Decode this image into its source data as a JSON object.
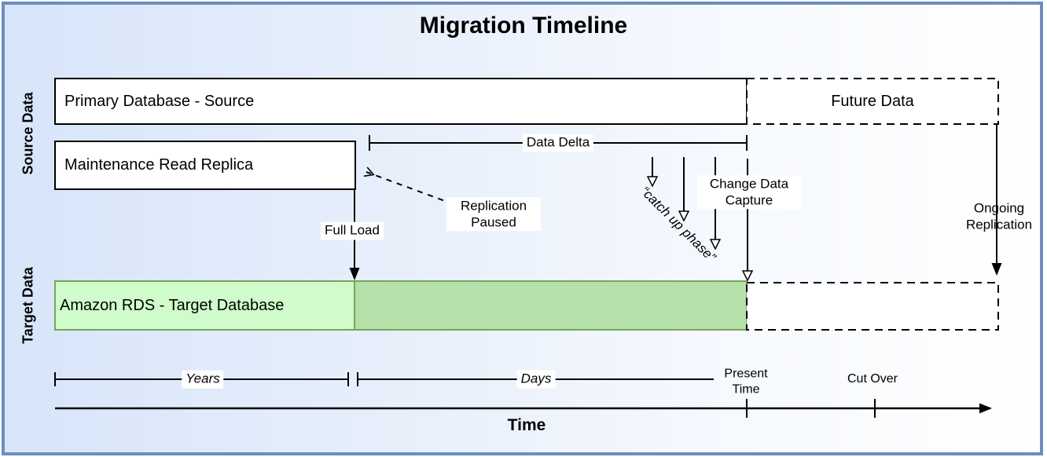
{
  "title": "Migration Timeline",
  "side_labels": {
    "source": "Source Data",
    "target": "Target Data"
  },
  "boxes": {
    "primary_source": "Primary Database - Source",
    "future_data": "Future Data",
    "maintenance_replica": "Maintenance Read Replica",
    "rds_target": "Amazon RDS - Target Database"
  },
  "annotations": {
    "data_delta": "Data Delta",
    "replication_paused": "Replication Paused",
    "full_load": "Full Load",
    "catch_up_phase": "“catch up phase”",
    "change_data_capture": "Change Data Capture",
    "ongoing_replication": "Ongoing Replication"
  },
  "timeline": {
    "years": "Years",
    "days": "Days",
    "present_time": "Present Time",
    "cut_over": "Cut Over",
    "axis_label": "Time"
  },
  "colors": {
    "frame_border": "#6c8ebf",
    "background_left": "#d7e5fa",
    "background_right": "#feffff",
    "green_light_fill": "#cffcca",
    "green_dark_fill": "#b6e0aa",
    "green_border": "#7ba35a",
    "line_color": "#000000"
  }
}
